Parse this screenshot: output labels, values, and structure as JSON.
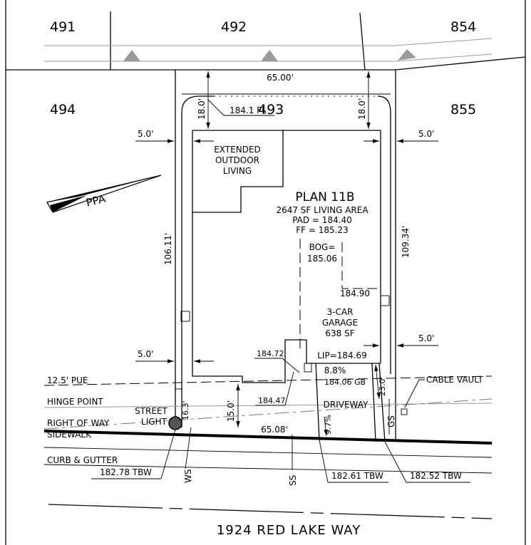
{
  "lots": {
    "lot_491": "491",
    "lot_492": "492",
    "lot_854": "854",
    "lot_494": "494",
    "lot_493": "493",
    "lot_855": "855"
  },
  "plan": {
    "name": "PLAN 11B",
    "living_area": "2647 SF LIVING AREA",
    "pad": "PAD = 184.40",
    "ff": "FF = 185.23",
    "bog_label": "BOG=",
    "bog_value": "185.06",
    "elev_garage": "184.90",
    "garage_line1": "3-CAR",
    "garage_line2": "GARAGE",
    "garage_line3": "638 SF",
    "lip": "LIP=184.69",
    "outdoor_line1": "EXTENDED",
    "outdoor_line2": "OUTDOOR",
    "outdoor_line3": "LIVING"
  },
  "dimensions": {
    "rear_width": "65.00'",
    "rear_setback_left": "18.0'",
    "rear_setback_right": "18.0'",
    "fl": "184.1 FL",
    "side_left_top": "5.0'",
    "side_right_top": "5.0'",
    "side_left_bottom": "5.0'",
    "side_right_bottom": "5.0'",
    "depth_left": "106.11'",
    "depth_right": "109.34'",
    "front_width": "65.08'",
    "front_setback": "15.0'",
    "garage_setback": "23.0'",
    "streetlight_offset": "16.3'"
  },
  "elevations": {
    "e18472": "184.72",
    "e18447": "184.47",
    "driveway_slope": "8.8%",
    "driveway_gb": "184.06 GB",
    "driveway_slope_2": "9.7%",
    "tbw_left": "182.78 TBW",
    "tbw_mid": "182.61 TBW",
    "tbw_right": "182.52 TBW"
  },
  "labels": {
    "pue": "12.5' PUE",
    "hinge": "HINGE POINT",
    "row": "RIGHT OF WAY",
    "sidewalk": "SIDEWALK",
    "curb": "CURB & GUTTER",
    "street_light_1": "STREET",
    "street_light_2": "LIGHT",
    "cable_vault": "CABLE VAULT",
    "driveway": "DRIVEWAY",
    "ws": "WS",
    "ss": "SS",
    "gs": "GS"
  },
  "street_name": "1924 RED LAKE WAY"
}
